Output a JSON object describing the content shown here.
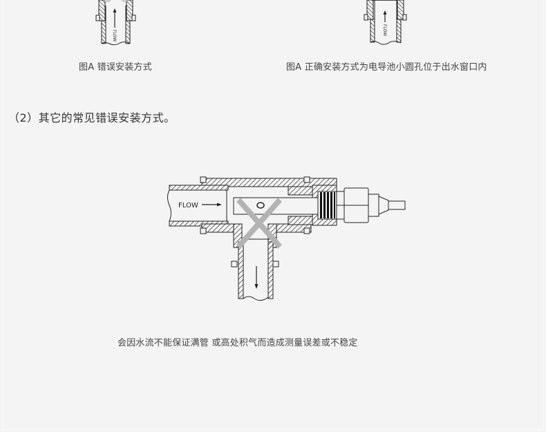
{
  "figure_a_wrong": {
    "caption": "图A 错误安装方式",
    "flow_label": "FLOW"
  },
  "figure_a_right": {
    "caption": "图A 正确安装方式为电导池小圆孔位于出水窗口内",
    "flow_label": "FLOW"
  },
  "section": {
    "heading": "（2）其它的常见错误安装方式。"
  },
  "figure_tee": {
    "flow_label": "FLOW",
    "mark": "wrong-x",
    "mark_color": "#b3b3b3",
    "caption": "会因水流不能保证满管 或高处积气而造成测量误差或不稳定"
  },
  "colors": {
    "background": "#f4f4f4",
    "line": "#222222",
    "text": "#444444"
  }
}
